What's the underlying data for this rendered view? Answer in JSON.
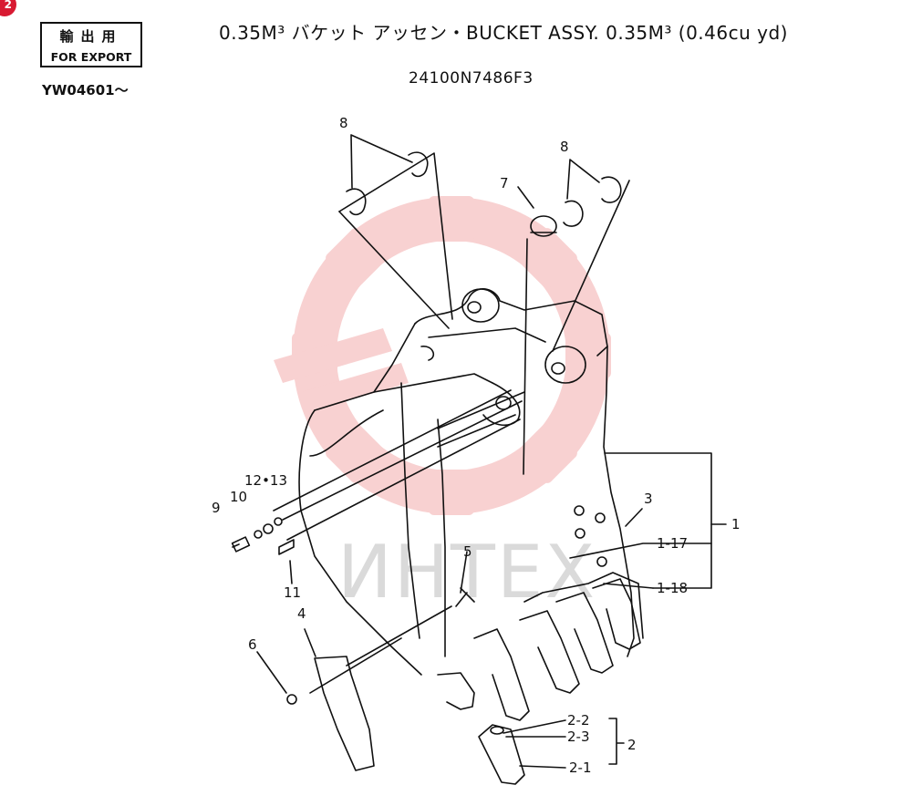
{
  "corner_badge": "2",
  "export_stamp": {
    "jp": "輸出用",
    "en": "FOR EXPORT"
  },
  "serial_range": "YW04601～",
  "title": "0.35M³  バケット  アッセン・BUCKET  ASSY. 0.35M³ (0.46cu yd)",
  "part_number": "24100N7486F3",
  "watermark": {
    "text": "ИНТЕХ",
    "gear_color": "#f7c9c9"
  },
  "callouts": {
    "c8a": "8",
    "c8b": "8",
    "c7": "7",
    "c3": "3",
    "c1": "1",
    "c1_17": "1-17",
    "c1_18": "1-18",
    "c9": "9",
    "c10": "10",
    "c12_13": "12•13",
    "c11": "11",
    "c5": "5",
    "c4": "4",
    "c6": "6",
    "c2_2": "2-2",
    "c2_3": "2-3",
    "c2_1": "2-1",
    "c2": "2"
  }
}
